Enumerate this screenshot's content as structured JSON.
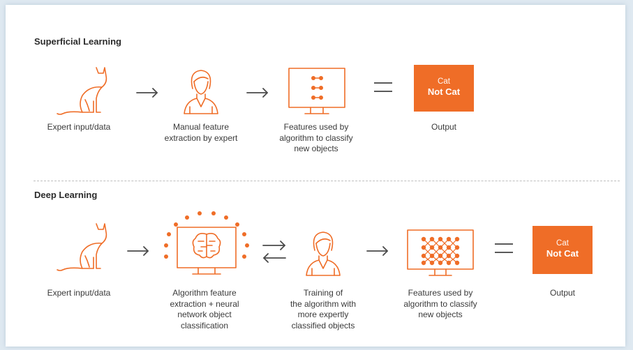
{
  "colors": {
    "accent": "#ef6d27",
    "text": "#3a3a3a",
    "title": "#2b2b2b"
  },
  "superficial": {
    "title": "Superficial Learning",
    "captions": {
      "expert": "Expert input/data",
      "manual": "Manual feature\nextraction by expert",
      "features": "Features used by\nalgorithm to classify\nnew objects",
      "output": "Output"
    },
    "output_box": {
      "line1": "Cat",
      "line2": "Not Cat"
    }
  },
  "deep": {
    "title": "Deep Learning",
    "captions": {
      "expert": "Expert input/data",
      "algorithm": "Algorithm feature\nextraction + neural\nnetwork object\nclassification",
      "training": "Training of\nthe algorithm with\nmore expertly\nclassified objects",
      "features": "Features used by\nalgorithm to classify\nnew objects",
      "output": "Output"
    },
    "output_box": {
      "line1": "Cat",
      "line2": "Not Cat"
    }
  },
  "icons": [
    "cat-icon",
    "expert-person-icon",
    "monitor-features-icon",
    "monitor-brain-icon",
    "monitor-network-icon",
    "arrow-right-icon",
    "bidirectional-arrows-icon",
    "equals-icon"
  ]
}
